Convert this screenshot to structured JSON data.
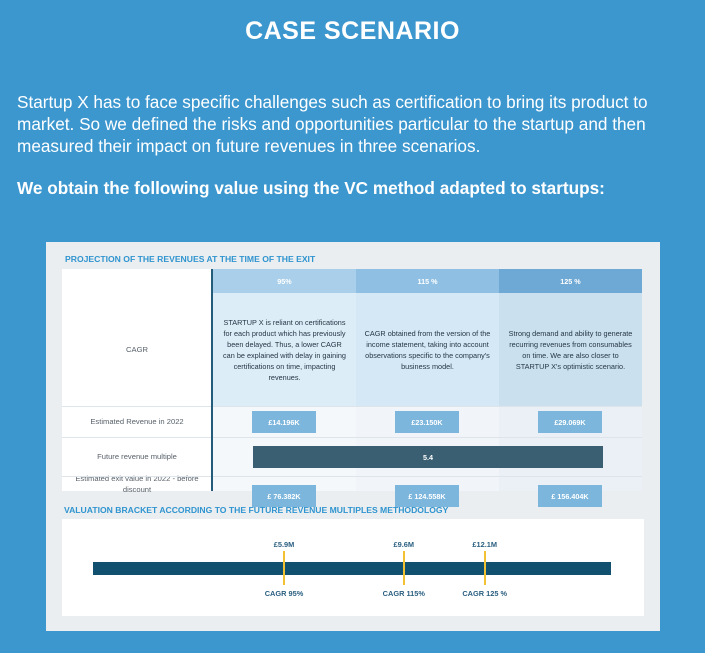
{
  "header": {
    "title": "CASE SCENARIO"
  },
  "intro_text": "Startup X has to face specific challenges such as certification to bring its product to market. So we defined the risks and opportunities particular to the startup and then measured their impact on future revenues in three scenarios.",
  "method_text": "We obtain the following value using the VC method adapted to startups:",
  "projection": {
    "title": "PROJECTION OF THE REVENUES AT THE TIME OF THE EXIT",
    "row_labels": {
      "cagr": "CAGR",
      "revenue": "Estimated Revenue in 2022",
      "multiple": "Future revenue multiple",
      "exit_value": "Estimated exit value in 2022 - before discount"
    },
    "future_revenue_multiple": "5.4",
    "scenarios": [
      {
        "cagr": "95%",
        "description": "STARTUP X is reliant on certifications for each product which has previously been delayed. Thus, a lower CAGR can be explained with delay in gaining certifications on time, impacting revenues.",
        "revenue": "£14.196K",
        "exit_value": "£ 76.382K"
      },
      {
        "cagr": "115 %",
        "description": "CAGR obtained from the version of the income statement, taking into account observations specific to the company's business model.",
        "revenue": "£23.150K",
        "exit_value": "£ 124.558K"
      },
      {
        "cagr": "125 %",
        "description": "Strong demand and ability to generate recurring revenues from consumables on time. We are also closer to STARTUP X's optimistic scenario.",
        "revenue": "£29.069K",
        "exit_value": "£ 156.404K"
      }
    ],
    "colors": {
      "head": [
        "#a9cfea",
        "#8fc0e3",
        "#6ea8d4"
      ],
      "desc": [
        "#ddedf8",
        "#d5e8f5",
        "#cae0ef"
      ],
      "tint": [
        "#f5f8fb",
        "#f1f5f9",
        "#eaf0f5"
      ],
      "multiple_bar": "#3b5f72"
    }
  },
  "bracket": {
    "title": "VALUATION BRACKET ACCORDING TO THE FUTURE REVENUE MULTIPLES METHODOLOGY",
    "markers": [
      {
        "value_label": "£5.9M",
        "value": 5.9,
        "cagr_label": "CAGR  95%"
      },
      {
        "value_label": "£9.6M",
        "value": 9.6,
        "cagr_label": "CAGR 115%"
      },
      {
        "value_label": "£12.1M",
        "value": 12.1,
        "cagr_label": "CAGR 125 %"
      }
    ],
    "colors": {
      "bar": "#12506f",
      "marker": "#f3c233"
    }
  }
}
